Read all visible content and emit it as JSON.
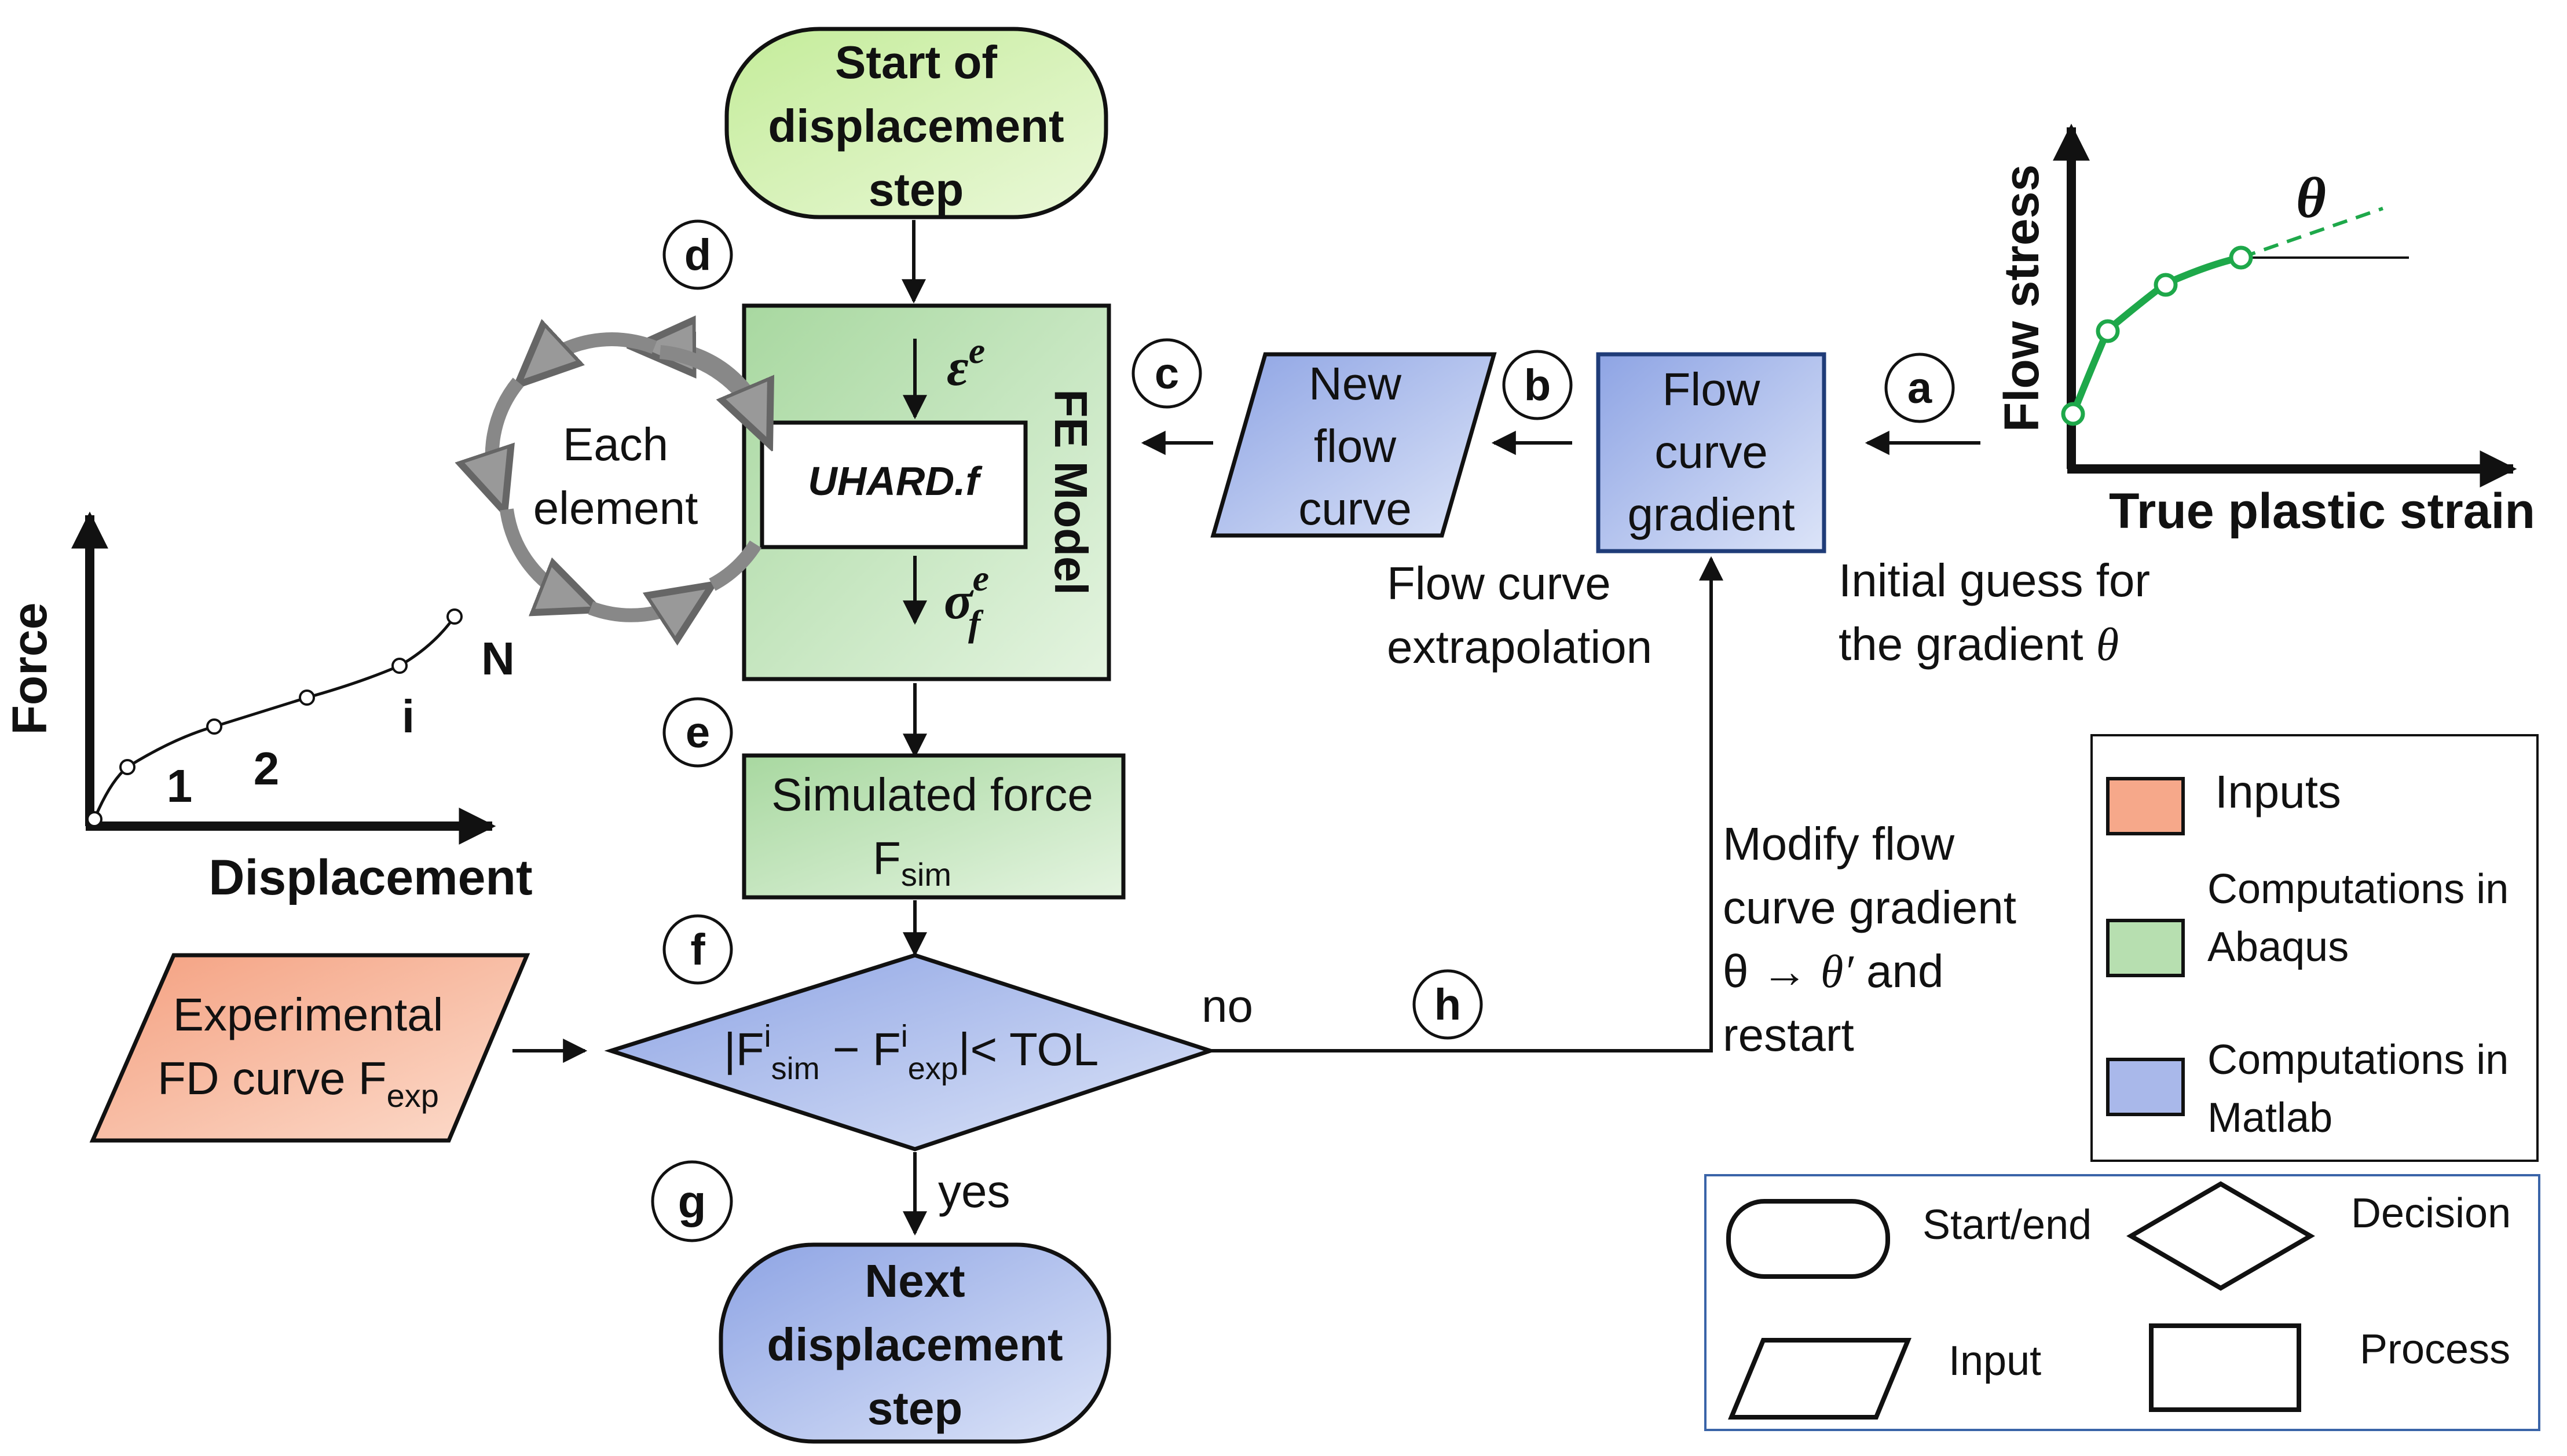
{
  "flowchart": {
    "start_step": [
      "Start of",
      "displacement",
      "step"
    ],
    "fe_model": {
      "title": "FE Model",
      "subroutine": "UHARD.f",
      "strain_in": "ε",
      "strain_sup": "e",
      "stress_out": "σ",
      "stress_sub": "f",
      "stress_sup": "e"
    },
    "each_element": [
      "Each",
      "element"
    ],
    "simulated_force": {
      "line1": "Simulated force",
      "symbol": "F",
      "subscript": "sim"
    },
    "decision": {
      "abs_open": "|F",
      "sup1": "i",
      "sub1": "sim",
      "minus": " − F",
      "sup2": "i",
      "sub2": "exp",
      "tail": "|< TOL"
    },
    "experimental": {
      "line1": "Experimental",
      "line2": "FD curve F",
      "subscript": "exp"
    },
    "next_step": [
      "Next",
      "displacement",
      "step"
    ],
    "new_flow_curve": [
      "New",
      "flow",
      "curve"
    ],
    "flow_curve_gradient": [
      "Flow",
      "curve",
      "gradient"
    ],
    "extrapolation_note": [
      "Flow curve",
      "extrapolation"
    ],
    "initial_guess_note": {
      "line1": "Initial guess for",
      "line2": "the gradient ",
      "theta": "θ"
    },
    "modify_note": {
      "line1": "Modify flow",
      "line2": "curve gradient",
      "line3_a": "θ → ",
      "line3_theta": "θ′",
      "line3_b": " and",
      "line4": "restart"
    },
    "branch_no": "no",
    "branch_yes": "yes",
    "step_labels": {
      "a": "a",
      "b": "b",
      "c": "c",
      "d": "d",
      "e": "e",
      "f": "f",
      "g": "g",
      "h": "h"
    }
  },
  "force_plot": {
    "ylabel": "Force",
    "xlabel": "Displacement",
    "point_labels": [
      "1",
      "2",
      "i",
      "N"
    ]
  },
  "flow_plot": {
    "ylabel": "Flow stress",
    "xlabel": "True plastic strain",
    "theta": "θ"
  },
  "legend_colors": {
    "title_inputs": "Inputs",
    "abaqus": [
      "Computations in",
      "Abaqus"
    ],
    "matlab": [
      "Computations in",
      "Matlab"
    ]
  },
  "legend_shapes": {
    "start_end": "Start/end",
    "decision": "Decision",
    "input": "Input",
    "process": "Process"
  },
  "colors": {
    "input_fill": "#f8c0a8",
    "abaqus_fill": "#c8e6c0",
    "matlab_fill": "#b8c4ec",
    "start_fill": "#d4f0b0",
    "curve_green": "#1ea84a",
    "border_blue": "#4a76b8"
  }
}
